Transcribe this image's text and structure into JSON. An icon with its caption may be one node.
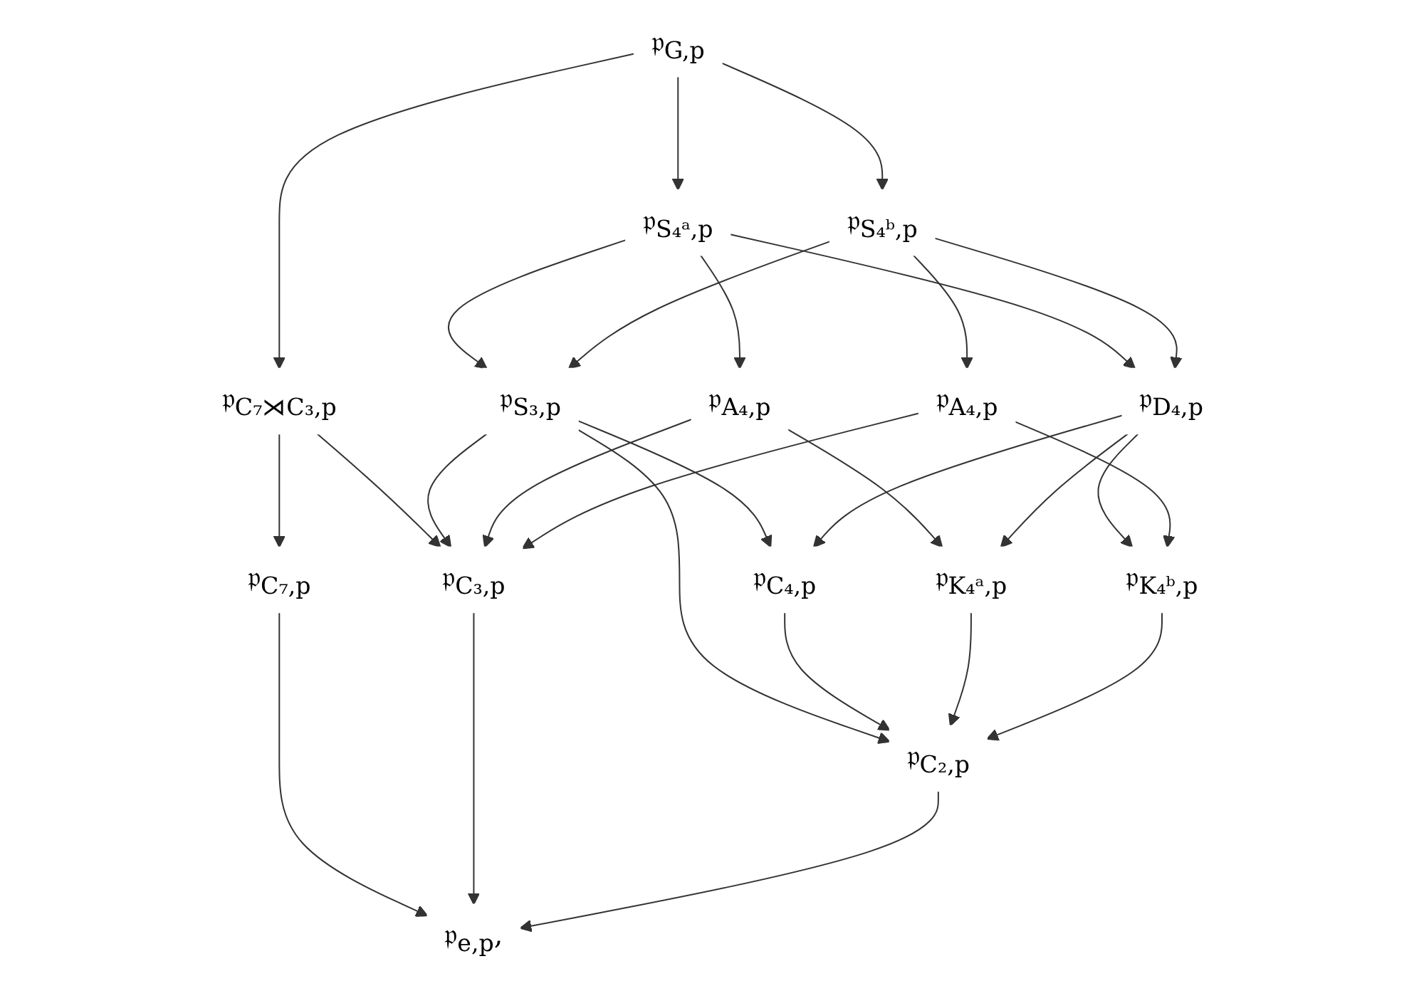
{
  "diagram": {
    "nodes": [
      {
        "text": [
          "𝔭$_{G,p}$"
        ]
      },
      {
        "text": [
          "𝔭$_{C₇⋊C₃,p}$"
        ]
      },
      {
        "text": [
          "𝔭$_{S₄ᵃ,p}$"
        ]
      },
      {
        "text": [
          "𝔭$_{S₄ᵇ,p}$"
        ]
      },
      {
        "text": [
          "𝔭$_{S₃,p}$"
        ]
      },
      {
        "text": [
          "𝔭$_{A₄,p}$"
        ]
      },
      {
        "text": [
          "𝔭$_{D₄,p}$"
        ]
      },
      {
        "text": [
          "𝔭$_{A₄,p}$"
        ]
      },
      {
        "text": [
          "𝔭$_{C₇,p}$"
        ]
      },
      {
        "text": [
          "𝔭$_{C₃,p}$"
        ]
      },
      {
        "text": [
          "𝔭$_{C₄,p}$"
        ]
      },
      {
        "text": [
          "𝔭$_{K₄ᵃ,p}$"
        ]
      },
      {
        "text": [
          "𝔭$_{K₄ᵇ,p}$"
        ]
      },
      {
        "text": [
          "𝔭$_{C₂,p}$"
        ]
      },
      {
        "text": [
          "𝔭$_{e,p}$,"
        ]
      }
    ],
    "edges": [
      {
        "from": 0,
        "to": 1,
        "arrow": "to"
      },
      {
        "from": 0,
        "to": 2,
        "arrow": "to"
      },
      {
        "from": 0,
        "to": 3,
        "arrow": "to"
      },
      {
        "from": 1,
        "to": 8,
        "arrow": "to"
      },
      {
        "from": 1,
        "to": 9,
        "arrow": "to"
      },
      {
        "from": 2,
        "to": 4,
        "arrow": "to"
      },
      {
        "from": 2,
        "to": 5,
        "arrow": "to"
      },
      {
        "from": 2,
        "to": 6,
        "arrow": "to"
      },
      {
        "from": 3,
        "to": 4,
        "arrow": "to"
      },
      {
        "from": 3,
        "to": 6,
        "arrow": "to"
      },
      {
        "from": 3,
        "to": 7,
        "arrow": "to"
      },
      {
        "from": 4,
        "to": 9,
        "arrow": "to"
      },
      {
        "from": 4,
        "to": 10,
        "arrow": "to"
      },
      {
        "from": 4,
        "to": 13,
        "arrow": "to"
      },
      {
        "from": 5,
        "to": 9,
        "arrow": "to"
      },
      {
        "from": 5,
        "to": 11,
        "arrow": "to"
      },
      {
        "from": 6,
        "to": 10,
        "arrow": "to"
      },
      {
        "from": 6,
        "to": 11,
        "arrow": "to"
      },
      {
        "from": 6,
        "to": 12,
        "arrow": "to"
      },
      {
        "from": 7,
        "to": 9,
        "arrow": "to"
      },
      {
        "from": 7,
        "to": 12,
        "arrow": "to"
      },
      {
        "from": 8,
        "to": 14,
        "arrow": "to"
      },
      {
        "from": 9,
        "to": 14,
        "arrow": "to"
      },
      {
        "from": 10,
        "to": 13,
        "arrow": "to"
      },
      {
        "from": 11,
        "to": 13,
        "arrow": "to"
      },
      {
        "from": 12,
        "to": 13,
        "arrow": "to"
      },
      {
        "from": 13,
        "to": 14,
        "arrow": "to"
      }
    ]
  }
}
